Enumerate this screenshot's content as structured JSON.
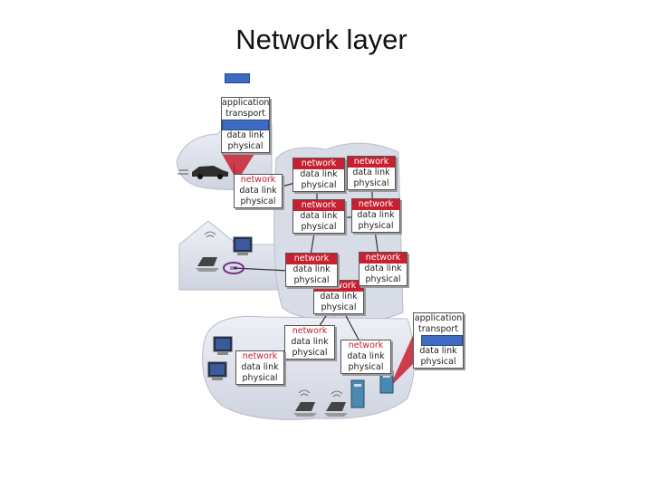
{
  "title": "Network layer",
  "layers": {
    "application": "application",
    "transport": "transport",
    "network": "network",
    "data_link": "data link",
    "physical": "physical"
  },
  "colors": {
    "network_text": "#c0202a",
    "network_highlight": "#c82030",
    "encapsulation_blue": "#3d6bc2",
    "cloud_fill": "#dfe3ec",
    "router": "#3d6bc2"
  }
}
